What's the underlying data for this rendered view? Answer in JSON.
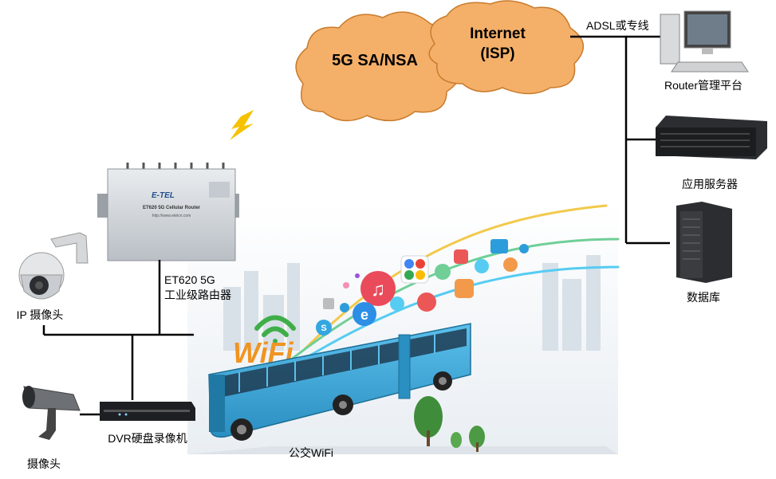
{
  "clouds": {
    "left_label": "5G SA/NSA",
    "right_label_line1": "Internet",
    "right_label_line2": "(ISP)"
  },
  "links": {
    "adsl_label": "ADSL或专线"
  },
  "devices": {
    "router_mgmt": "Router管理平台",
    "app_server": "应用服务器",
    "database": "数据库",
    "ip_camera": "IP 摄像头",
    "camera": "摄像头",
    "dvr": "DVR硬盘录像机",
    "router_label_line1": "ET620 5G",
    "router_label_line2": "工业级路由器",
    "router_brand": "E-TEL",
    "router_model_text": "ET620 5G Cellular Router",
    "router_url_text": "http://www.etelcn.com"
  },
  "bus": {
    "label": "公交WiFi",
    "wifi_text": "WiFi"
  },
  "colors": {
    "cloud": "#f4b069",
    "cloud_stroke": "#c97a2b",
    "bus": "#3aa6d8",
    "bolt": "#f6c200"
  }
}
